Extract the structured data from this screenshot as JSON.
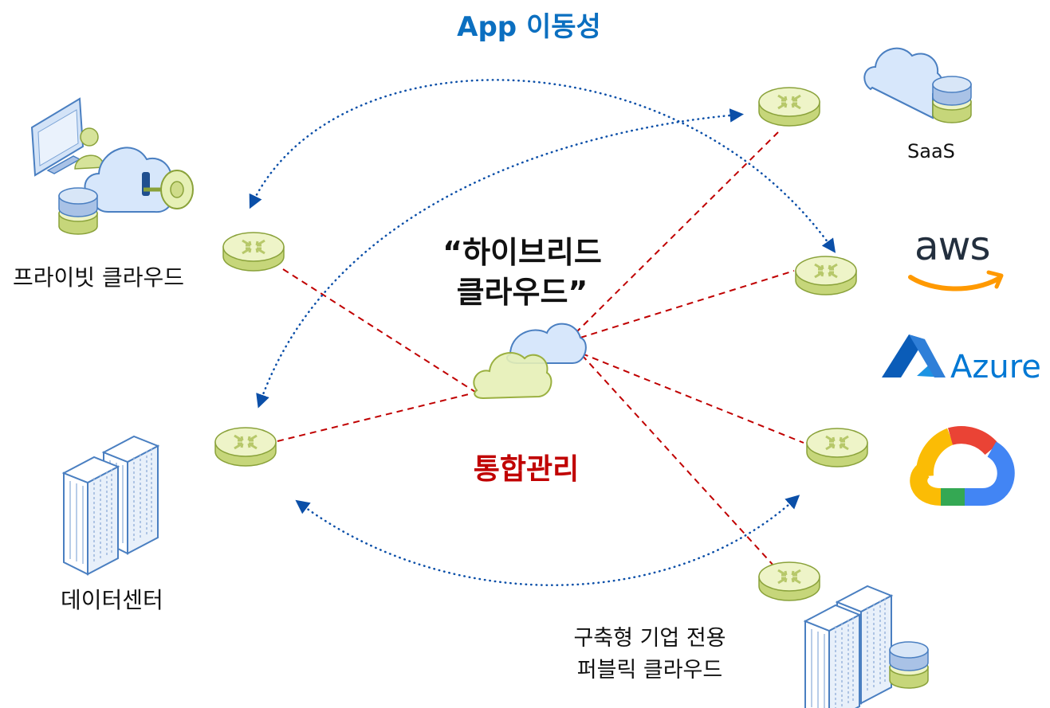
{
  "title": "App 이동성",
  "center": {
    "title_line1": "“하이브리드",
    "title_line2": "클라우드”",
    "management_label": "통합관리"
  },
  "nodes": {
    "private_cloud": "프라이빗 클라우드",
    "data_center": "데이터센터",
    "saas": "SaaS",
    "builtin_line1": "구축형 기업 전용",
    "builtin_line2": "퍼블릭 클라우드"
  },
  "logos": {
    "aws": "aws",
    "azure": "Azure"
  },
  "colors": {
    "title": "#0b6fc0",
    "management": "#c00000",
    "link_dashed": "#c00000",
    "mobility_dotted": "#0b4fa8",
    "router_fill": "#e3ecb0"
  }
}
